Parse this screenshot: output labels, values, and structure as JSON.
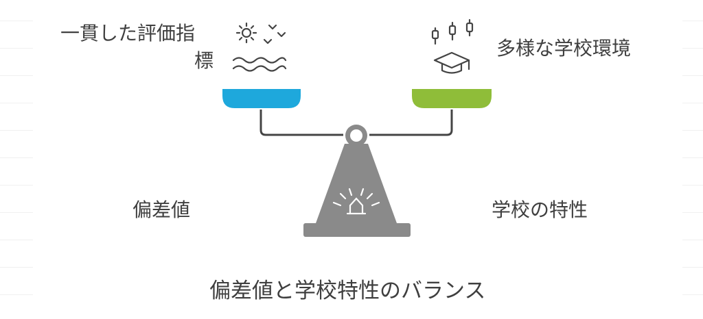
{
  "left_labels": {
    "top_line1": "一貫した評価指",
    "top_line2": "標",
    "bottom": "偏差値"
  },
  "right_labels": {
    "top": "多様な学校環境",
    "bottom": "学校の特性"
  },
  "title": "偏差値と学校特性のバランス",
  "icons": {
    "left": [
      "sun-icon",
      "birds-icon",
      "waves-icon"
    ],
    "right": [
      "candlestick-chart-icon",
      "graduation-cap-icon"
    ],
    "center": [
      "light-beacon-icon"
    ]
  },
  "colors": {
    "left_pan": "#1ea8dc",
    "right_pan": "#8fbd39",
    "scale_body": "#8a8a8a",
    "outline": "#444444"
  }
}
